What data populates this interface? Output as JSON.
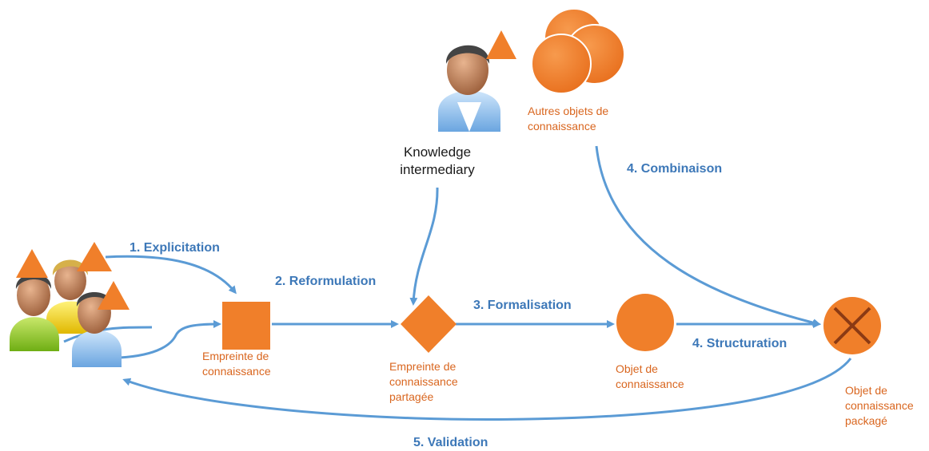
{
  "colors": {
    "accent_orange": "#f07f2a",
    "arrow_blue": "#5b9bd5",
    "step_text_blue": "#3d78b8",
    "label_orange": "#d9661f",
    "cross_brown": "#8b3a14"
  },
  "icons": [
    "person-group-icon",
    "person-icon",
    "triangle-icon",
    "square-node",
    "diamond-node",
    "circle-node",
    "crossed-circle-node",
    "circle-cluster-icon"
  ],
  "nodes": {
    "empreinte": "Empreinte de\nconnaissance",
    "empreinte_partagee": "Empreinte de\nconnaissance\npartagée",
    "objet": "Objet de\nconnaissance",
    "objet_package": "Objet de\nconnaissance\npackagé",
    "autres_objets": "Autres objets de\nconnaissance",
    "intermediary": "Knowledge\nintermediary"
  },
  "steps": {
    "explicitation": "1. Explicitation",
    "reformulation": "2. Reformulation",
    "formalisation": "3. Formalisation",
    "combinaison": "4. Combinaison",
    "structuration": "4. Structuration",
    "validation": "5. Validation"
  }
}
